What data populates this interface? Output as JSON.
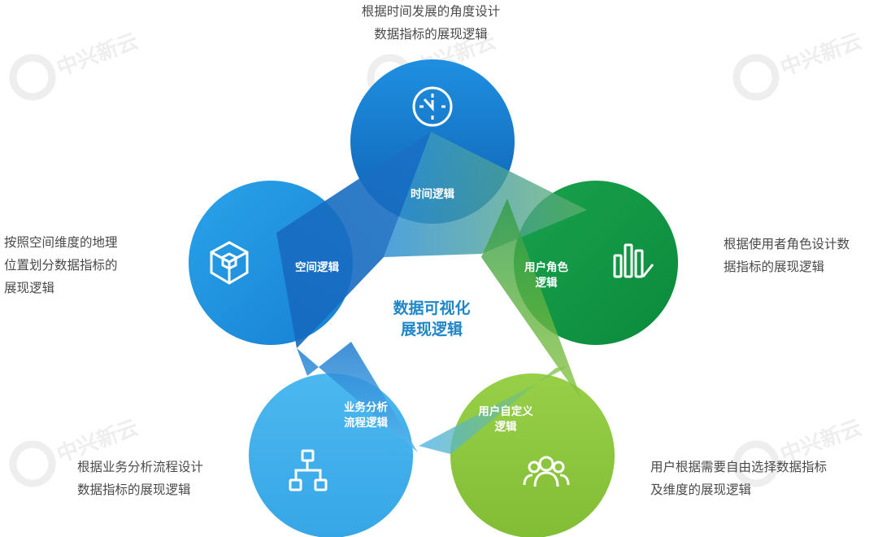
{
  "center": {
    "line1": "数据可视化",
    "line2": "展现逻辑"
  },
  "nodes": {
    "time": {
      "label1": "时间逻辑",
      "icon": "clock-icon",
      "color": "#1a7fd0"
    },
    "user": {
      "label1": "用户角色",
      "label2": "逻辑",
      "icon": "chart-pen-icon",
      "color": "#139a48"
    },
    "custom": {
      "label1": "用户自定义",
      "label2": "逻辑",
      "icon": "users-icon",
      "color": "#8dc63f"
    },
    "process": {
      "label1": "业务分析",
      "label2": "流程逻辑",
      "icon": "flowchart-icon",
      "color": "#44b0ea"
    },
    "space": {
      "label1": "空间逻辑",
      "icon": "cube-icon",
      "color": "#1c96e0"
    }
  },
  "descriptions": {
    "time": [
      "根据时间发展的角度设计",
      "数据指标的展现逻辑"
    ],
    "user": [
      "根据使用者角色设计数",
      "据指标的展现逻辑"
    ],
    "custom": [
      "用户根据需要自由选择数据指标",
      "及维度的展现逻辑"
    ],
    "process": [
      "根据业务分析流程设计",
      "数据指标的展现逻辑"
    ],
    "space": [
      "按照空间维度的地理",
      "位置划分数据指标的",
      "展现逻辑"
    ]
  },
  "watermark": {
    "brand": "中兴新云"
  }
}
